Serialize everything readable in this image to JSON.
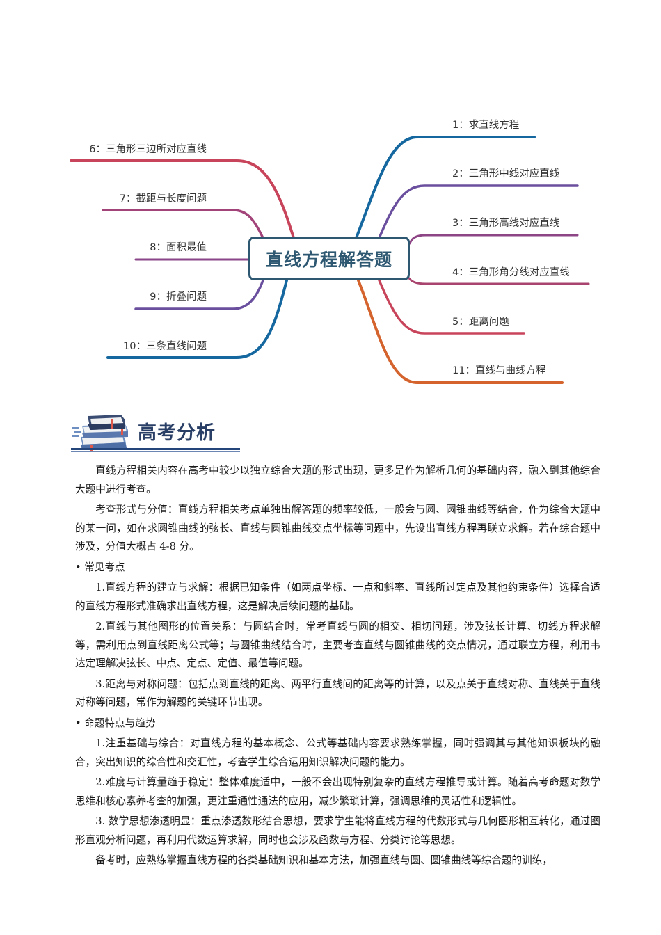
{
  "mindmap": {
    "center_title": "直线方程解答题",
    "colors": {
      "center_border": "#2e5872",
      "blue": "#14679f",
      "purple": "#6a4f9e",
      "magenta": "#943f7e",
      "red": "#c8445a",
      "orange": "#d4632e"
    },
    "right_branches": [
      {
        "label": "1：求直线方程",
        "color": "#14679f"
      },
      {
        "label": "2：三角形中线对应直线",
        "color": "#6a4f9e"
      },
      {
        "label": "3：三角形高线对应直线",
        "color": "#8e4586"
      },
      {
        "label": "4：三角形角分线对应直线",
        "color": "#a8446d"
      },
      {
        "label": "5：距离问题",
        "color": "#c8445a"
      },
      {
        "label": "11：直线与曲线方程",
        "color": "#d4632e"
      }
    ],
    "left_branches": [
      {
        "label": "6：三角形三边所对应直线",
        "color": "#c8445a"
      },
      {
        "label": "7：截距与长度问题",
        "color": "#a2437a"
      },
      {
        "label": "8：面积最值",
        "color": "#8a4688"
      },
      {
        "label": "9：折叠问题",
        "color": "#6a4f9e"
      },
      {
        "label": "10：三条直线问题",
        "color": "#14679f"
      }
    ]
  },
  "section": {
    "icon": "books-icon",
    "title": "高考分析"
  },
  "content": {
    "intro": "直线方程相关内容在高考中较少以独立综合大题的形式出现，更多是作为解析几何的基础内容，融入到其他综合大题中进行考查。",
    "form": "考查形式与分值：直线方程相关考点单独出解答题的频率较低，一般会与圆、圆锥曲线等结合，作为综合大题中的某一问，如在求圆锥曲线的弦长、直线与圆锥曲线交点坐标等问题中，先设出直线方程再联立求解。若在综合题中涉及，分值大概占 4-8 分。",
    "bullet1": "• 常见考点",
    "points": [
      "1.直线方程的建立与求解：根据已知条件（如两点坐标、一点和斜率、直线所过定点及其他约束条件）选择合适的直线方程形式准确求出直线方程，这是解决后续问题的基础。",
      "2.直线与其他图形的位置关系：与圆结合时，常考直线与圆的相交、相切问题，涉及弦长计算、切线方程求解等，需利用点到直线距离公式等；与圆锥曲线结合时，主要考查直线与圆锥曲线的交点情况，通过联立方程，利用韦达定理解决弦长、中点、定点、定值、最值等问题。",
      "3.距离与对称问题：包括点到直线的距离、两平行直线间的距离等的计算，以及点关于直线对称、直线关于直线对称等问题，常作为解题的关键环节出现。"
    ],
    "bullet2": "• 命题特点与趋势",
    "trends": [
      "1.注重基础与综合：对直线方程的基本概念、公式等基础内容要求熟练掌握，同时强调其与其他知识板块的融合，突出知识的综合性和交汇性，考查学生综合运用知识解决问题的能力。",
      "2.难度与计算量趋于稳定：整体难度适中，一般不会出现特别复杂的直线方程推导或计算。随着高考命题对数学思维和核心素养考查的加强，更注重通性通法的应用，减少繁琐计算，强调思维的灵活性和逻辑性。",
      "3. 数学思想渗透明显：重点渗透数形结合思想，要求学生能将直线方程的代数形式与几何图形相互转化，通过图形直观分析问题，再利用代数运算求解，同时也会涉及函数与方程、分类讨论等思想。"
    ],
    "closing": "备考时，应熟练掌握直线方程的各类基础知识和基本方法，加强直线与圆、圆锥曲线等综合题的训练，"
  }
}
